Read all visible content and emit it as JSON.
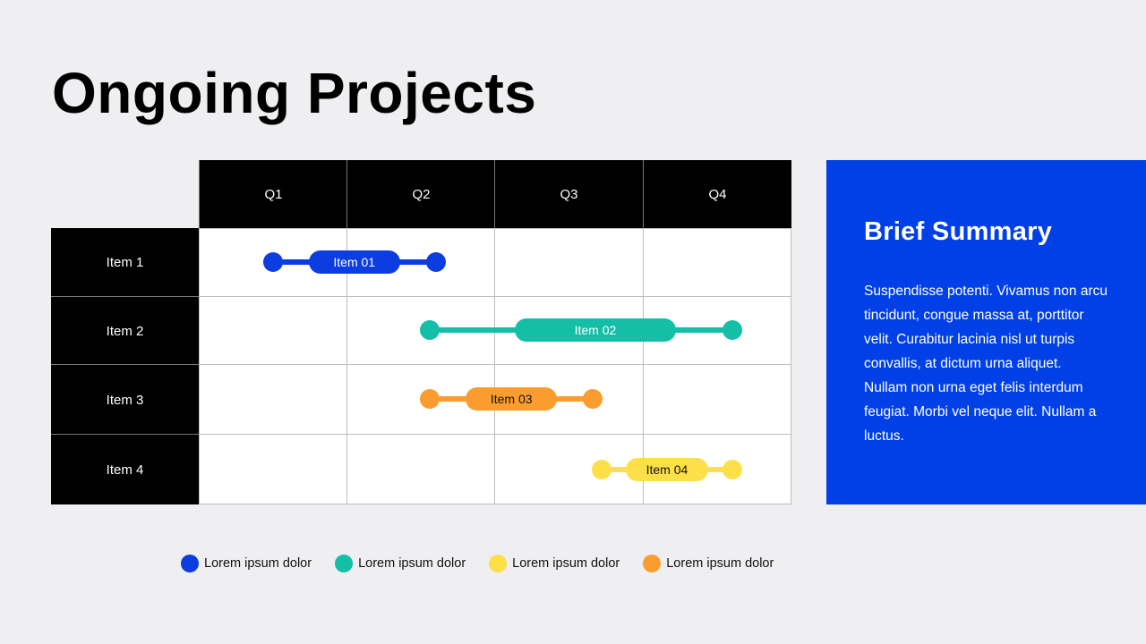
{
  "page": {
    "title": "Ongoing Projects"
  },
  "timeline": {
    "columns": [
      "Q1",
      "Q2",
      "Q3",
      "Q4"
    ],
    "rows": [
      {
        "label": "Item 1",
        "bar_label": "Item 01",
        "color": "#0b3de0",
        "text_color": "#ffffff",
        "start_q": 1.5,
        "end_q": 2.6
      },
      {
        "label": "Item 2",
        "bar_label": "Item 02",
        "color": "#15bea6",
        "text_color": "#ffffff",
        "start_q": 2.56,
        "end_q": 4.6
      },
      {
        "label": "Item 3",
        "bar_label": "Item 03",
        "color": "#fb9d2e",
        "text_color": "#111111",
        "start_q": 2.56,
        "end_q": 3.66
      },
      {
        "label": "Item 4",
        "bar_label": "Item 04",
        "color": "#fde047",
        "text_color": "#111111",
        "start_q": 3.72,
        "end_q": 4.6
      }
    ]
  },
  "summary": {
    "heading": "Brief Summary",
    "body": "Suspendisse potenti. Vivamus non arcu tincidunt, congue massa at, porttitor velit. Curabitur lacinia nisl ut turpis convallis, at dictum urna aliquet. Nullam non urna eget felis interdum feugiat. Morbi vel neque elit. Nullam a luctus."
  },
  "legend": [
    {
      "label": "Lorem ipsum dolor",
      "color": "#0b3de0"
    },
    {
      "label": "Lorem ipsum dolor",
      "color": "#15bea6"
    },
    {
      "label": "Lorem ipsum dolor",
      "color": "#fde047"
    },
    {
      "label": "Lorem ipsum dolor",
      "color": "#fb9d2e"
    }
  ]
}
